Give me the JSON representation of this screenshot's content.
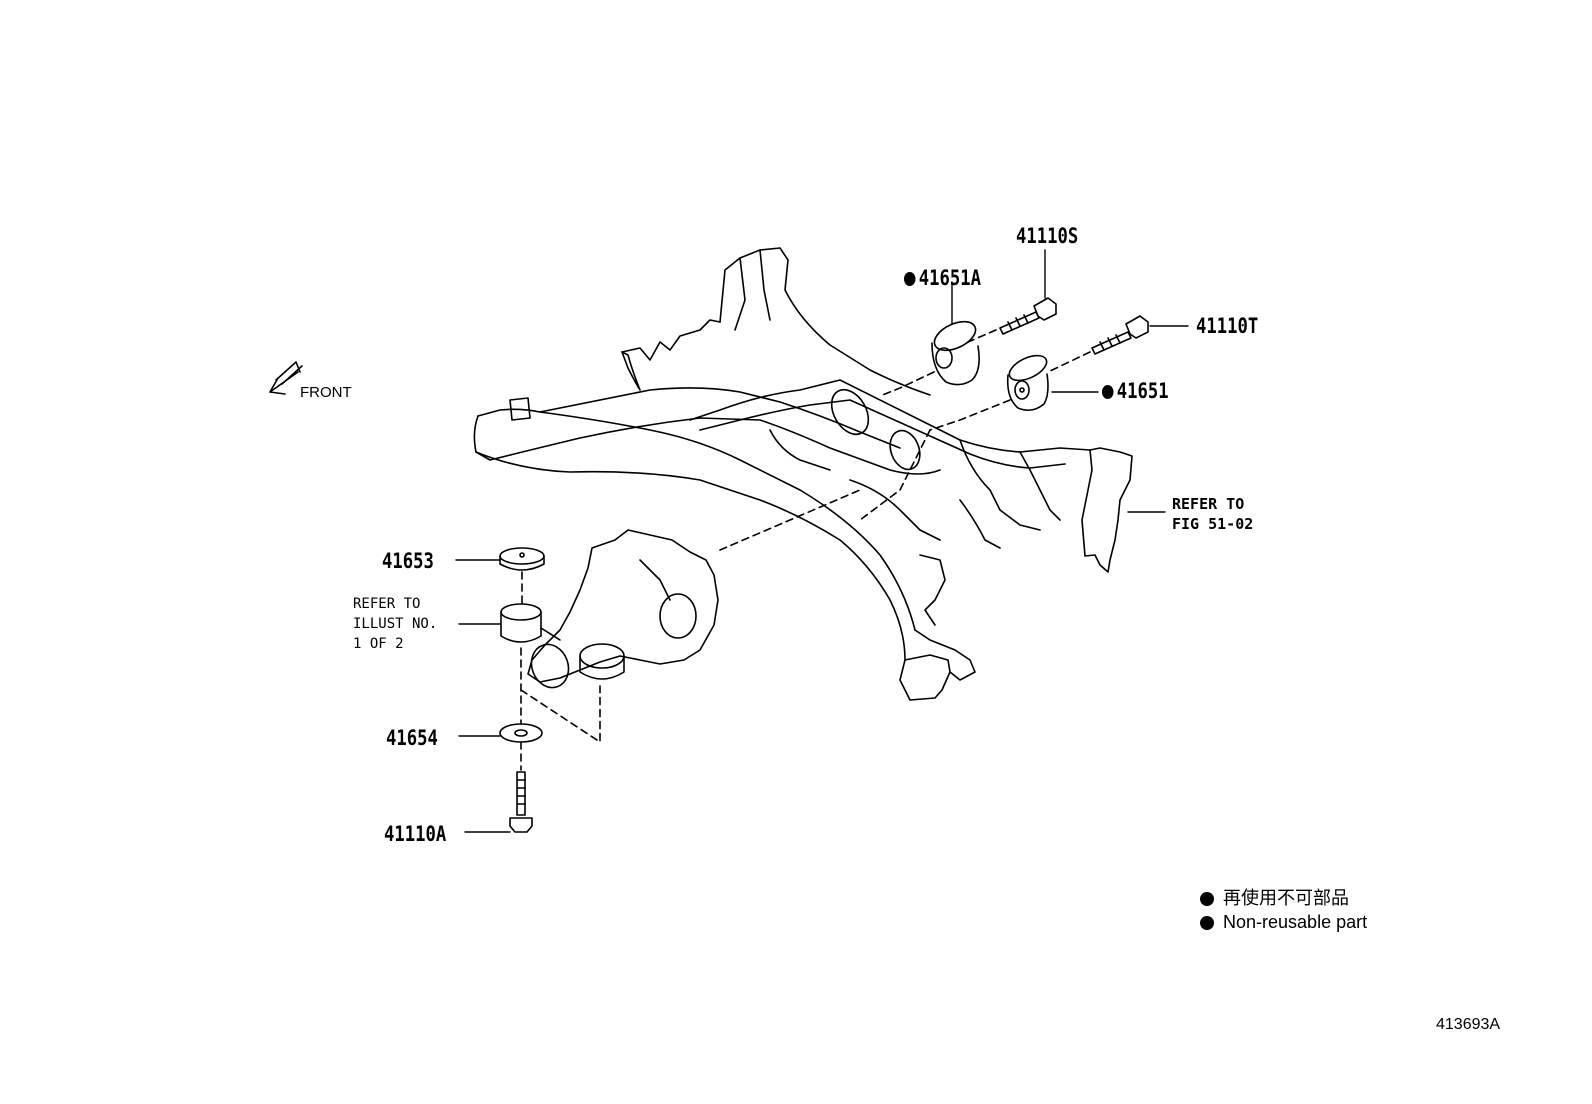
{
  "front_label": "FRONT",
  "parts": {
    "p41110S": "41110S",
    "p41651A": "41651A",
    "p41110T": "41110T",
    "p41651": "41651",
    "p41653": "41653",
    "p41654": "41654",
    "p41110A": "41110A"
  },
  "refs": {
    "fig_line1": "REFER TO",
    "fig_line2": "FIG 51-02",
    "illust_line1": "REFER TO",
    "illust_line2": "ILLUST NO.",
    "illust_line3": "1 OF 2"
  },
  "legend": {
    "japanese": "再使用不可部品",
    "english": "Non-reusable part"
  },
  "illustration_id": "413693A"
}
